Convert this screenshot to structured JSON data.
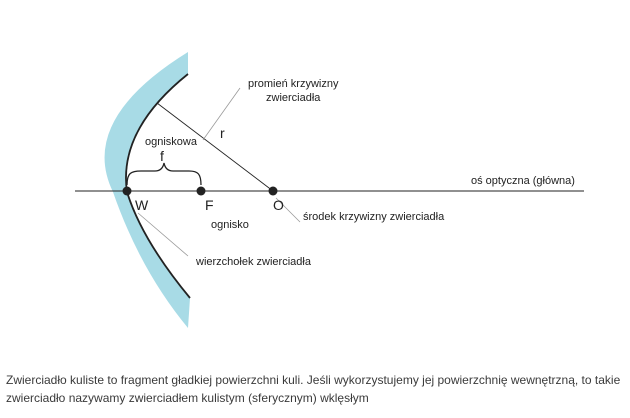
{
  "diagram": {
    "labels": {
      "radius_label_line1": "promień krzywizny",
      "radius_label_line2": "zwierciadła",
      "r": "r",
      "focal_length_word": "ogniskowa",
      "f": "f",
      "axis_label": "oś optyczna (główna)",
      "w": "W",
      "f_point": "F",
      "o": "O",
      "focus_word": "ognisko",
      "center_label": "środek krzywizny zwierciadła",
      "vertex_label": "wierzchołek zwierciadła"
    },
    "colors": {
      "mirror_fill": "#a8dbe6",
      "ink": "#222222",
      "leader": "#9a9a9a"
    }
  },
  "caption": {
    "line1": "Zwierciadło kuliste to fragment gładkiej powierzchni kuli. Jeśli wykorzystujemy jej powierzchnię wewnętrzną, to takie",
    "line2": "zwierciadło nazywamy zwierciadłem kulistym (sferycznym) wklęsłym"
  }
}
